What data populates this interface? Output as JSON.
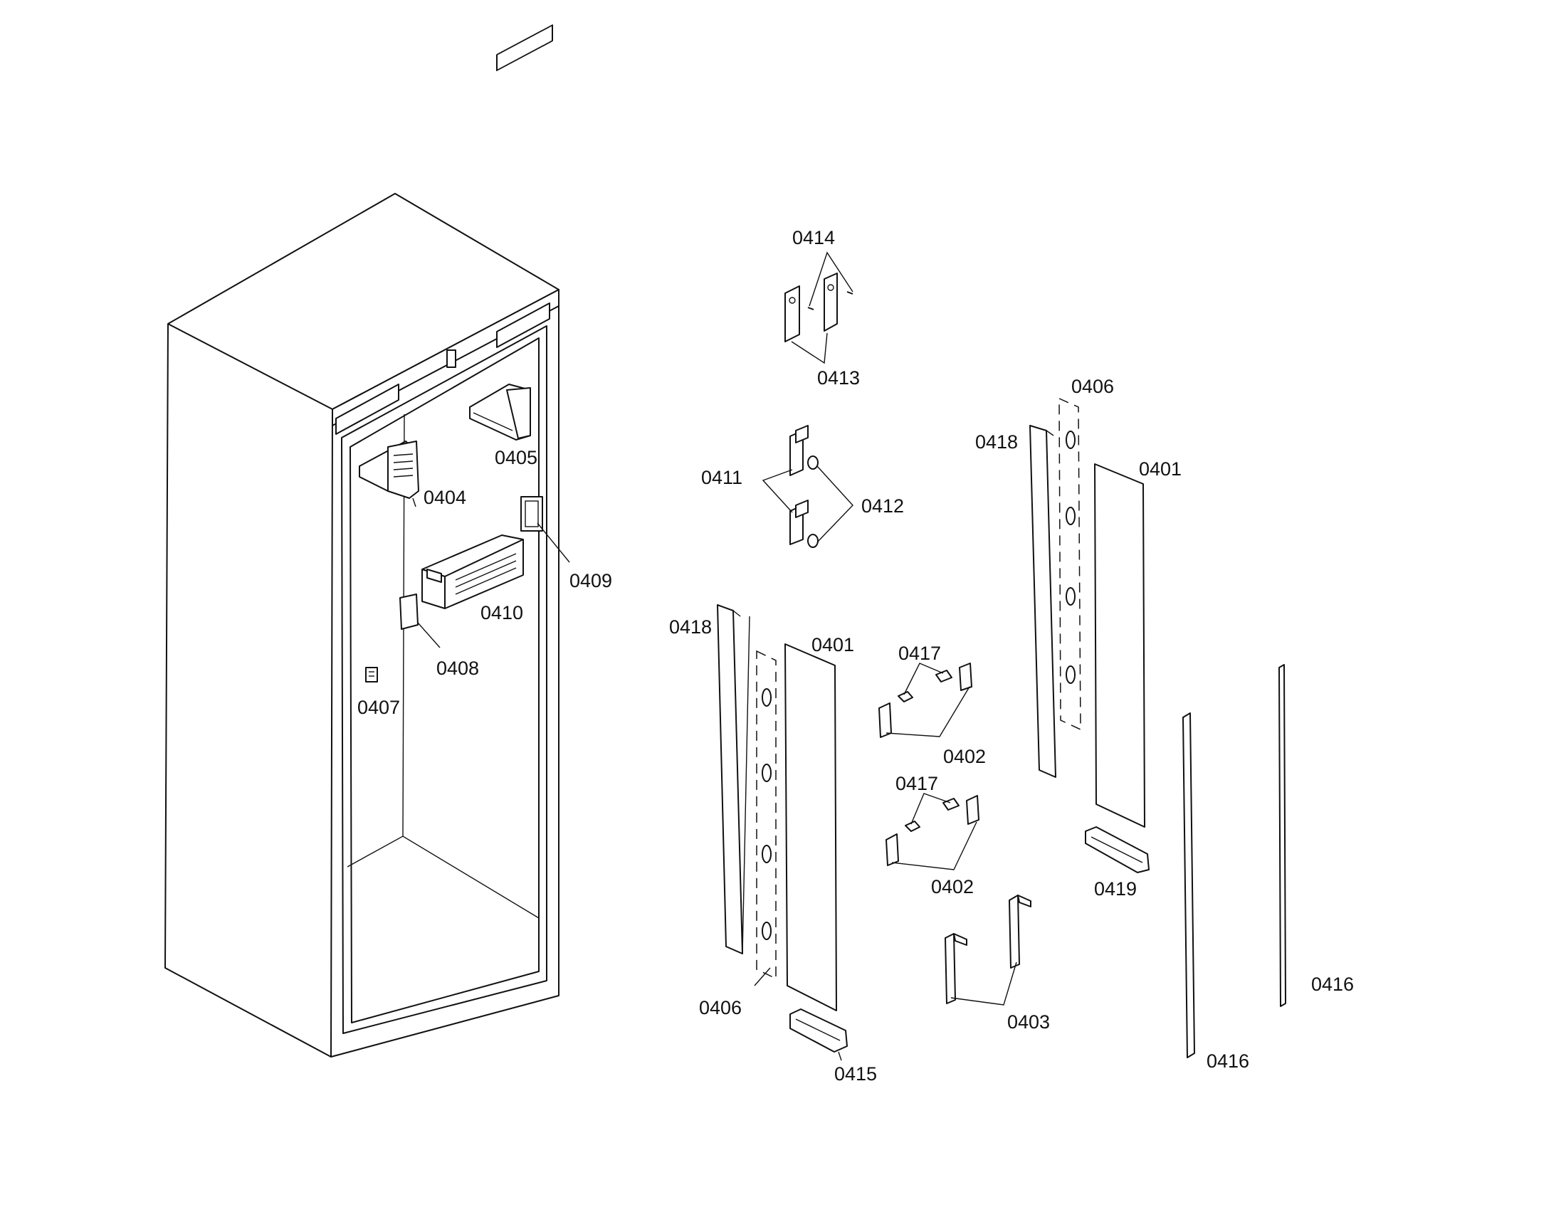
{
  "labels": {
    "l0414": "0414",
    "l0413": "0413",
    "l0406a": "0406",
    "l0418a": "0418",
    "l0401a": "0401",
    "l0405": "0405",
    "l0404": "0404",
    "l0411": "0411",
    "l0412": "0412",
    "l0409": "0409",
    "l0410": "0410",
    "l0418b": "0418",
    "l0401b": "0401",
    "l0417a": "0417",
    "l0408": "0408",
    "l0407": "0407",
    "l0402a": "0402",
    "l0417b": "0417",
    "l0402b": "0402",
    "l0419": "0419",
    "l0416a": "0416",
    "l0406b": "0406",
    "l0403": "0403",
    "l0416b": "0416",
    "l0415": "0415"
  }
}
